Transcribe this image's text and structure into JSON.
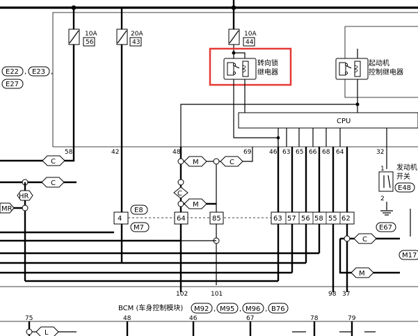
{
  "fuses": [
    {
      "id": "fuse-10a-56",
      "rating": "10A",
      "number": "56"
    },
    {
      "id": "fuse-20a-43",
      "rating": "20A",
      "number": "43"
    },
    {
      "id": "fuse-10a-44",
      "rating": "10A",
      "number": "44"
    }
  ],
  "left_connectors": [
    "E22",
    "E23",
    "E27"
  ],
  "relays": {
    "steering_lock": {
      "line1": "转向锁",
      "line2": "继电器"
    },
    "starter": {
      "line1": "起动机",
      "line2": "控制继电器"
    }
  },
  "cpu_label": "CPU",
  "top_pins": [
    "58",
    "42",
    "48",
    "69",
    "46",
    "63",
    "65",
    "66",
    "68",
    "64",
    "32"
  ],
  "arrow_tags": [
    "C",
    "M",
    "C",
    "C",
    "C",
    "M",
    "C",
    "M",
    "L"
  ],
  "hr_tag": "HR",
  "mr_tag": "MR",
  "ignition_switch": {
    "line1": "发动机",
    "line2": "开关",
    "pin_top": "1",
    "pin_bottom": "2",
    "connector": "E48"
  },
  "ground_connector": "E67",
  "right_connector": "M17",
  "left_module": {
    "pin": "4",
    "connectors": [
      "E8",
      "M7"
    ]
  },
  "junction_pins": [
    "64",
    "85",
    "63",
    "57",
    "56",
    "58",
    "55",
    "62"
  ],
  "bottom_pins": [
    "102",
    "101",
    "98",
    "37"
  ],
  "bcm": {
    "label": "BCM (车身控制模块)",
    "connectors": [
      "M92",
      "M95",
      "M96",
      "B76"
    ]
  },
  "lower_pins": [
    "75",
    "48",
    "46",
    "67",
    "78",
    "79"
  ]
}
